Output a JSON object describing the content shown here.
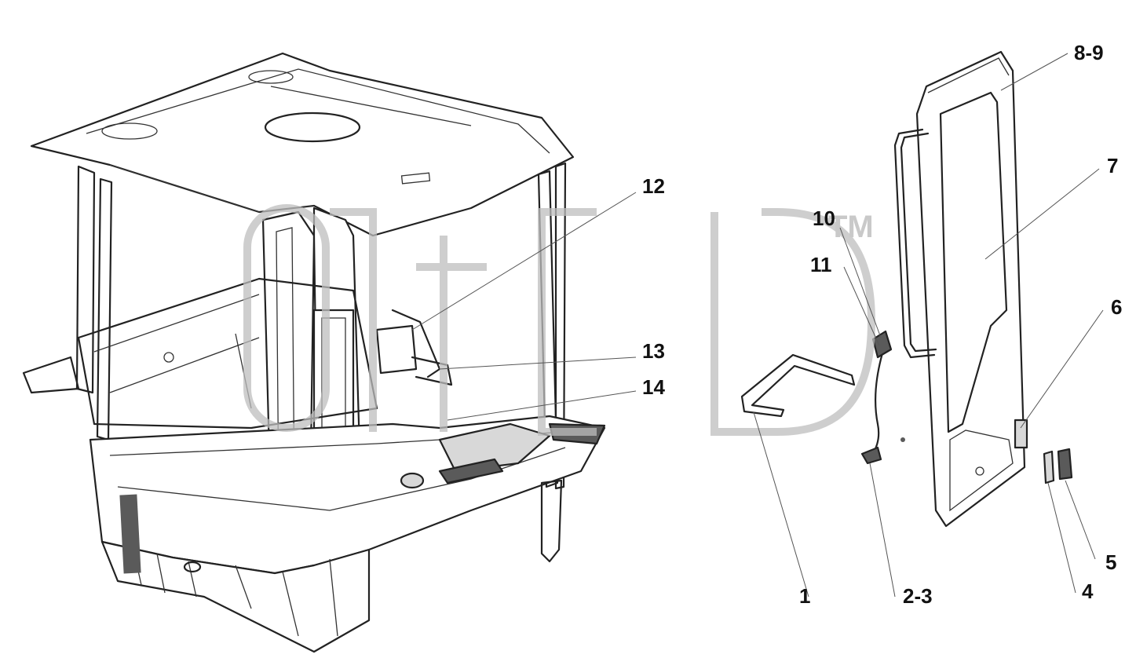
{
  "labels": {
    "l1": "1",
    "l2_3": "2-3",
    "l4": "4",
    "l5": "5",
    "l6": "6",
    "l7": "7",
    "l8_9": "8-9",
    "l10": "10",
    "l11": "11",
    "l12": "12",
    "l13": "13",
    "l14": "14"
  },
  "watermark": {
    "mark": "TM"
  }
}
